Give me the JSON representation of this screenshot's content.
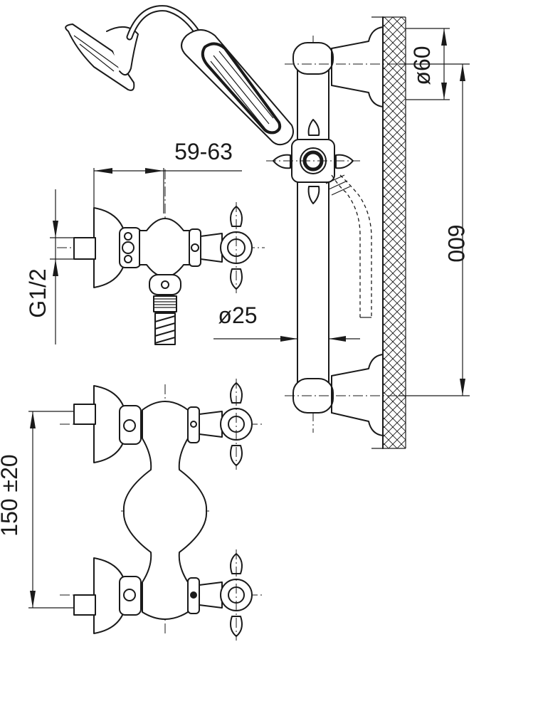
{
  "dimensions": {
    "hose_width": "59-63",
    "thread": "G1/2",
    "rail_diameter": "ø25",
    "bracket_diameter": "ø60",
    "rail_length": "600",
    "inlet_spacing": "150 ±20"
  },
  "colors": {
    "line": "#1a1a1a",
    "background": "#ffffff"
  }
}
